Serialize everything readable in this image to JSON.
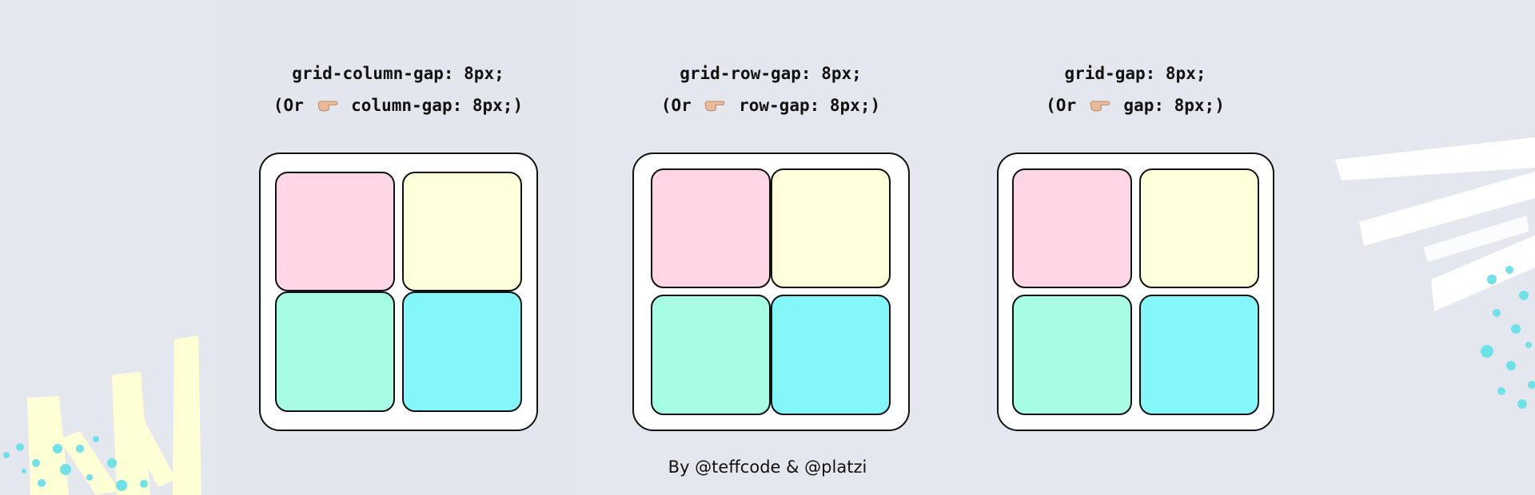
{
  "colors": {
    "background": "#e5e7ee",
    "frame": "#ffffff",
    "border": "#111111",
    "cell_pink": "#ffd6e6",
    "cell_yellow": "#ffffdc",
    "cell_mint": "#a6fde4",
    "cell_cyan": "#83f7fa",
    "deco_yellow": "#ffffd6",
    "deco_teal": "#6fe2e8"
  },
  "demos": [
    {
      "property": "grid-column-gap: 8px;",
      "alt_prefix": "(Or",
      "alt_property": "column-gap: 8px;)",
      "icon": "pointing-hand-icon"
    },
    {
      "property": "grid-row-gap: 8px;",
      "alt_prefix": "(Or",
      "alt_property": "row-gap: 8px;)",
      "icon": "pointing-hand-icon"
    },
    {
      "property": "grid-gap: 8px;",
      "alt_prefix": "(Or",
      "alt_property": "gap: 8px;)",
      "icon": "pointing-hand-icon"
    }
  ],
  "credit": "By @teffcode & @platzi"
}
